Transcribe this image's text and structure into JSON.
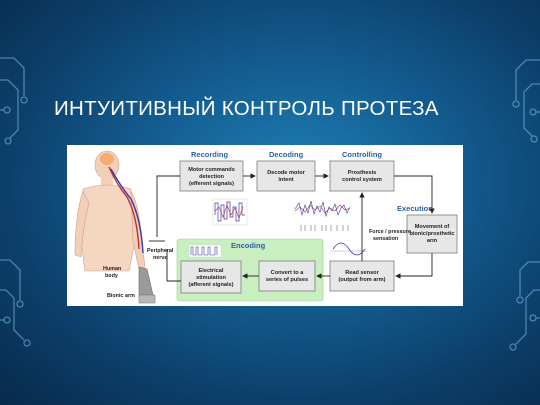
{
  "slide": {
    "title": "ИНТУИТИВНЫЙ КОНТРОЛЬ ПРОТЕЗА"
  },
  "colors": {
    "section_header": "#2e5fa8",
    "box_fill": "#e7e7e7",
    "box_stroke": "#7b7b7b",
    "encoding_panel": "#c9eec0",
    "slide_bg": "#145f93"
  },
  "diagram": {
    "sections": {
      "recording": "Recording",
      "decoding": "Decoding",
      "controlling": "Controlling",
      "execution": "Execution",
      "encoding": "Encoding"
    },
    "boxes": {
      "motor_commands": [
        "Motor commands",
        "detection",
        "(efferent signals)"
      ],
      "decode_intent": [
        "Decode motor",
        "intent"
      ],
      "prosthesis_control": [
        "Prosthesis",
        "control system"
      ],
      "movement": [
        "Movement of",
        "bionic/prosthetic",
        "arm"
      ],
      "read_sensor": [
        "Read sensor",
        "(output from arm)"
      ],
      "convert_pulses": [
        "Convert to a",
        "series of pulses"
      ],
      "electrical_stimulation": [
        "Electrical",
        "stimulation",
        "(afferent signals)"
      ]
    },
    "labels": {
      "force_pressure": [
        "Force / pressure",
        "sensation"
      ],
      "peripheral_nerve": [
        "Peripheral",
        "nerve"
      ],
      "human_body": [
        "Human",
        "body"
      ],
      "bionic_arm": "Bionic arm"
    }
  }
}
